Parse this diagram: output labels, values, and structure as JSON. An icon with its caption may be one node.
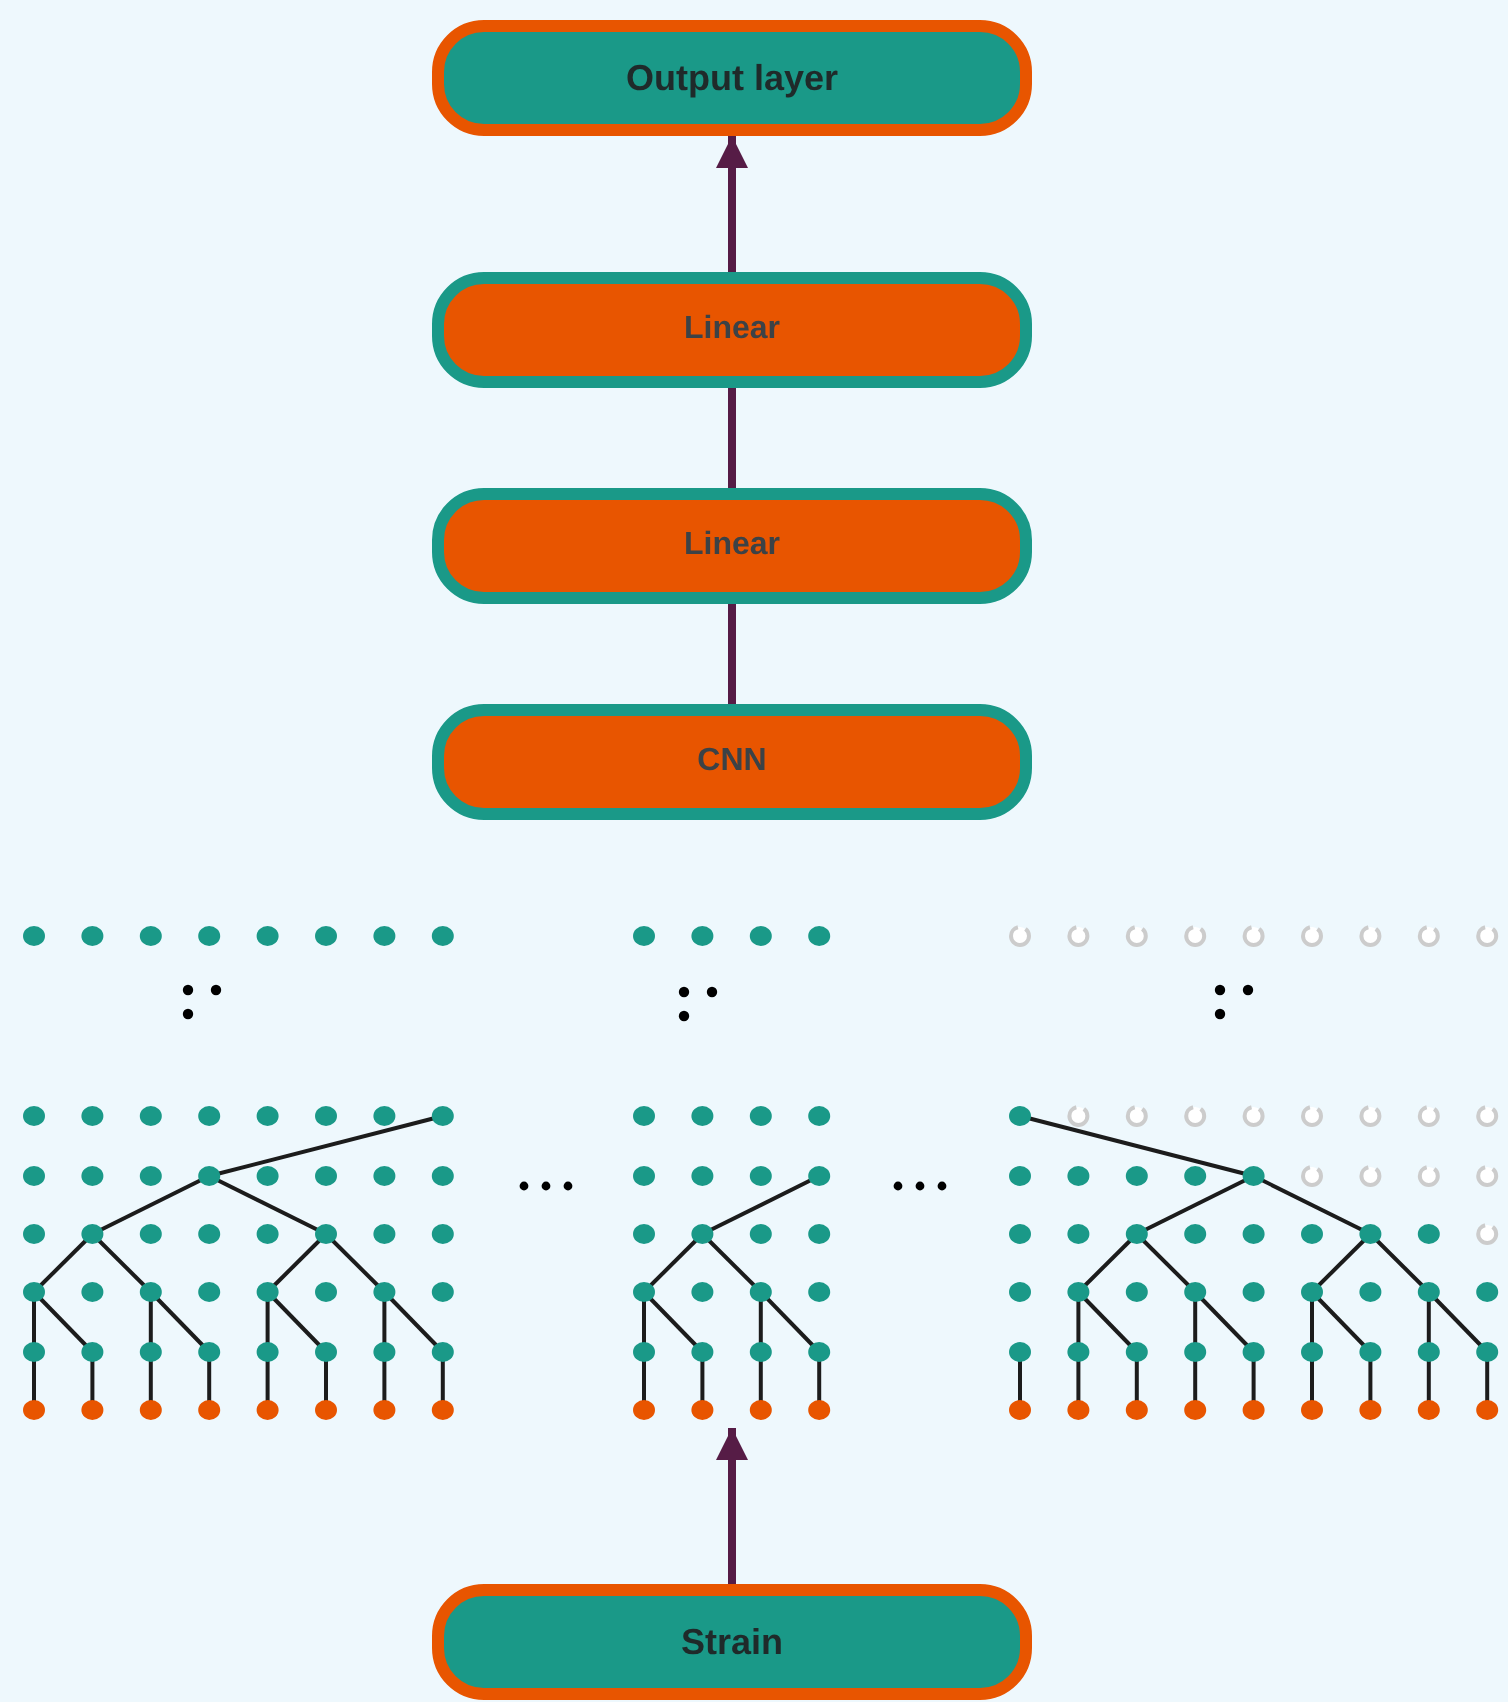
{
  "diagram": {
    "nodes": [
      {
        "text": [
          "Output layer"
        ]
      },
      {
        "text": [
          "Linear"
        ]
      },
      {
        "text": [
          "Linear"
        ]
      },
      {
        "text": [
          "CNN"
        ]
      },
      {
        "text": [],
        "shape": "picture"
      },
      {
        "text": [
          "Strain"
        ]
      }
    ],
    "edges": [
      {
        "from": 3,
        "to": 2,
        "arrow": "none"
      },
      {
        "from": 2,
        "to": 1,
        "arrow": "none"
      },
      {
        "from": 1,
        "to": 0,
        "arrow": "to"
      },
      {
        "from": 5,
        "to": 4,
        "arrow": "to"
      }
    ]
  }
}
